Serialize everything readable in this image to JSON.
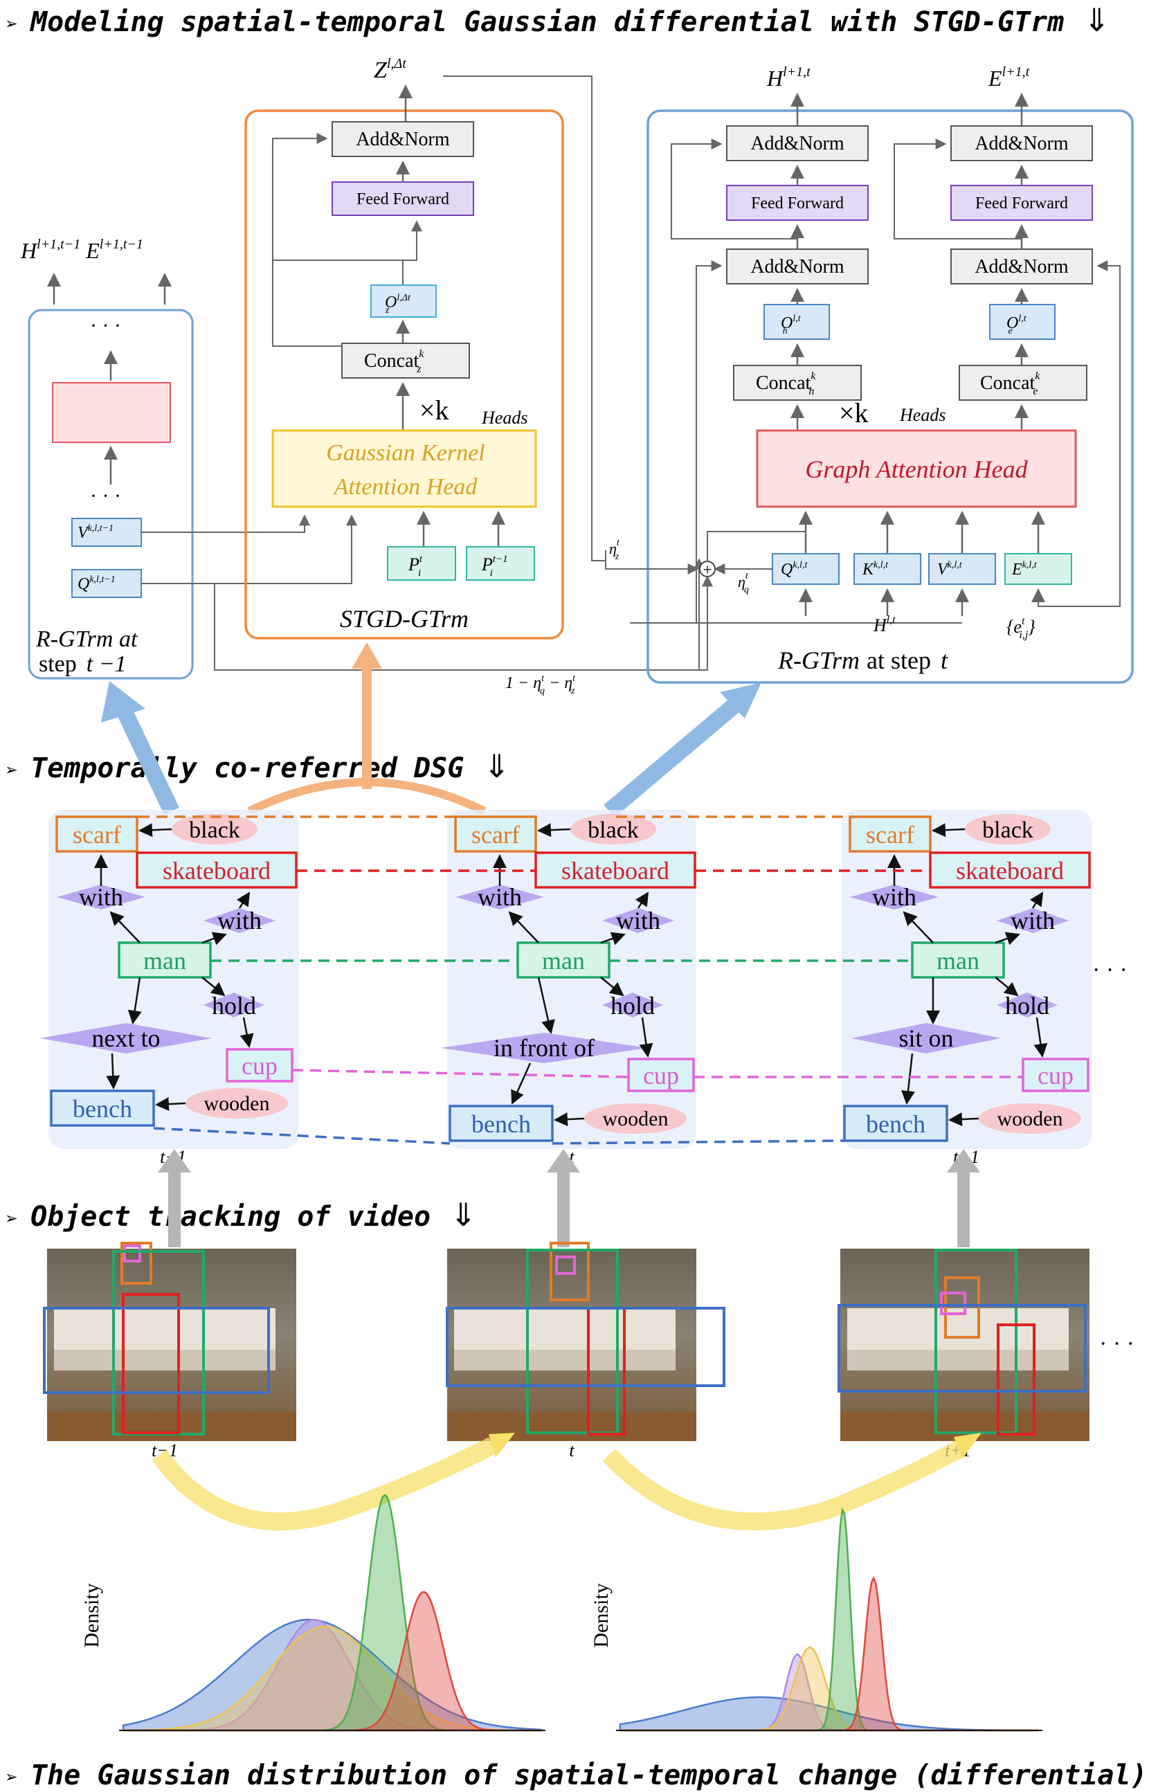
{
  "sections": {
    "modeling": "Modeling spatial-temporal Gaussian differential with STGD-GTrm",
    "modeling_arrow": "⇓",
    "dsg": "Temporally co-referred DSG",
    "dsg_arrow": "⇓",
    "tracking": "Object tracking of video",
    "tracking_arrow": "⇓",
    "gaussian": "The Gaussian distribution of spatial-temporal change (differential)",
    "gaussian_arrow": "⇑"
  },
  "bullet": "➢",
  "arch": {
    "left": {
      "outputs": [
        "H",
        "l+1,t−1",
        "E",
        "l+1,t−1"
      ],
      "dots": "· · ·",
      "v_label": "V",
      "v_sup": "k,l,t−1",
      "q_label": "Q",
      "q_sup": "k,l,t−1",
      "caption_line1": "R-GTrm at",
      "caption_line2": "step",
      "caption_step": "t −1"
    },
    "stgd": {
      "output": "Z",
      "output_sup": "l,Δt",
      "add_norm": "Add&Norm",
      "feed_forward": "Feed Forward",
      "o": "O",
      "o_sub": "z",
      "o_sup": "l,Δt",
      "concat": "Concat",
      "concat_sub": "z",
      "concat_sup": "k",
      "heads_times": "×k",
      "heads": "Heads",
      "kernel_line1": "Gaussian Kernel",
      "kernel_line2": "Attention Head",
      "p1": "P",
      "p1_sub": "i",
      "p1_sup": "t",
      "p2": "P",
      "p2_sub": "i",
      "p2_sup": "t−1",
      "caption": "STGD-GTrm"
    },
    "right": {
      "out_h": "H",
      "out_h_sup": "l+1,t",
      "out_e": "E",
      "out_e_sup": "l+1,t",
      "add_norm": "Add&Norm",
      "feed_forward": "Feed Forward",
      "o_h": "O",
      "o_h_sub": "h",
      "o_h_sup": "l,t",
      "o_e": "O",
      "o_e_sub": "e",
      "o_e_sup": "l,t",
      "concat": "Concat",
      "concat_h_sub": "h",
      "concat_e_sub": "e",
      "concat_sup": "k",
      "heads_times": "×k",
      "heads": "Heads",
      "graph_head": "Graph Attention Head",
      "q": "Q",
      "k": "K",
      "v": "V",
      "e": "E",
      "qkv_sup": "k,l,t",
      "h_in": "H",
      "h_in_sup": "l,t",
      "e_in": "{e",
      "e_in_sub": "i,j",
      "e_in_sup": "t",
      "e_in_close": "}",
      "eta_z": "η",
      "eta_z_sub": "z",
      "eta_z_sup": "t",
      "eta_q": "η",
      "eta_q_sub": "q",
      "eta_q_sup": "t",
      "one_minus": "1 − η",
      "one_minus_mid": " − η",
      "plus": "+",
      "caption": "R-GTrm",
      "caption_rest": "at step",
      "caption_t": "t"
    }
  },
  "dsg": {
    "frames": [
      {
        "label": "t−1",
        "scarf": "scarf",
        "black": "black",
        "skateboard": "skateboard",
        "with1": "with",
        "with2": "with",
        "man": "man",
        "hold": "hold",
        "rel": "next to",
        "cup": "cup",
        "bench": "bench",
        "wooden": "wooden"
      },
      {
        "label": "t",
        "scarf": "scarf",
        "black": "black",
        "skateboard": "skateboard",
        "with1": "with",
        "with2": "with",
        "man": "man",
        "hold": "hold",
        "rel": "in front of",
        "cup": "cup",
        "bench": "bench",
        "wooden": "wooden"
      },
      {
        "label": "t+1",
        "scarf": "scarf",
        "black": "black",
        "skateboard": "skateboard",
        "with1": "with",
        "with2": "with",
        "man": "man",
        "hold": "hold",
        "rel": "sit on",
        "cup": "cup",
        "bench": "bench",
        "wooden": "wooden"
      }
    ],
    "ellipsis": "· · ·"
  },
  "tracking": {
    "labels": [
      "t−1",
      "t",
      "t+1"
    ],
    "ellipsis": "· · ·"
  },
  "density": {
    "ylabel": "Density"
  },
  "colors": {
    "orange": "#e07b29",
    "red": "#e02020",
    "green": "#22a86a",
    "pink": "#e065d8",
    "blue": "#3d6fc4",
    "purple_node": "#b9a8f0",
    "pink_attr": "#f7c8cc",
    "panel_blue": "#6fa1d8",
    "panel_orange": "#f08a3c",
    "arrow_blue": "#8fb9e3",
    "arrow_orange": "#f4b27f"
  }
}
